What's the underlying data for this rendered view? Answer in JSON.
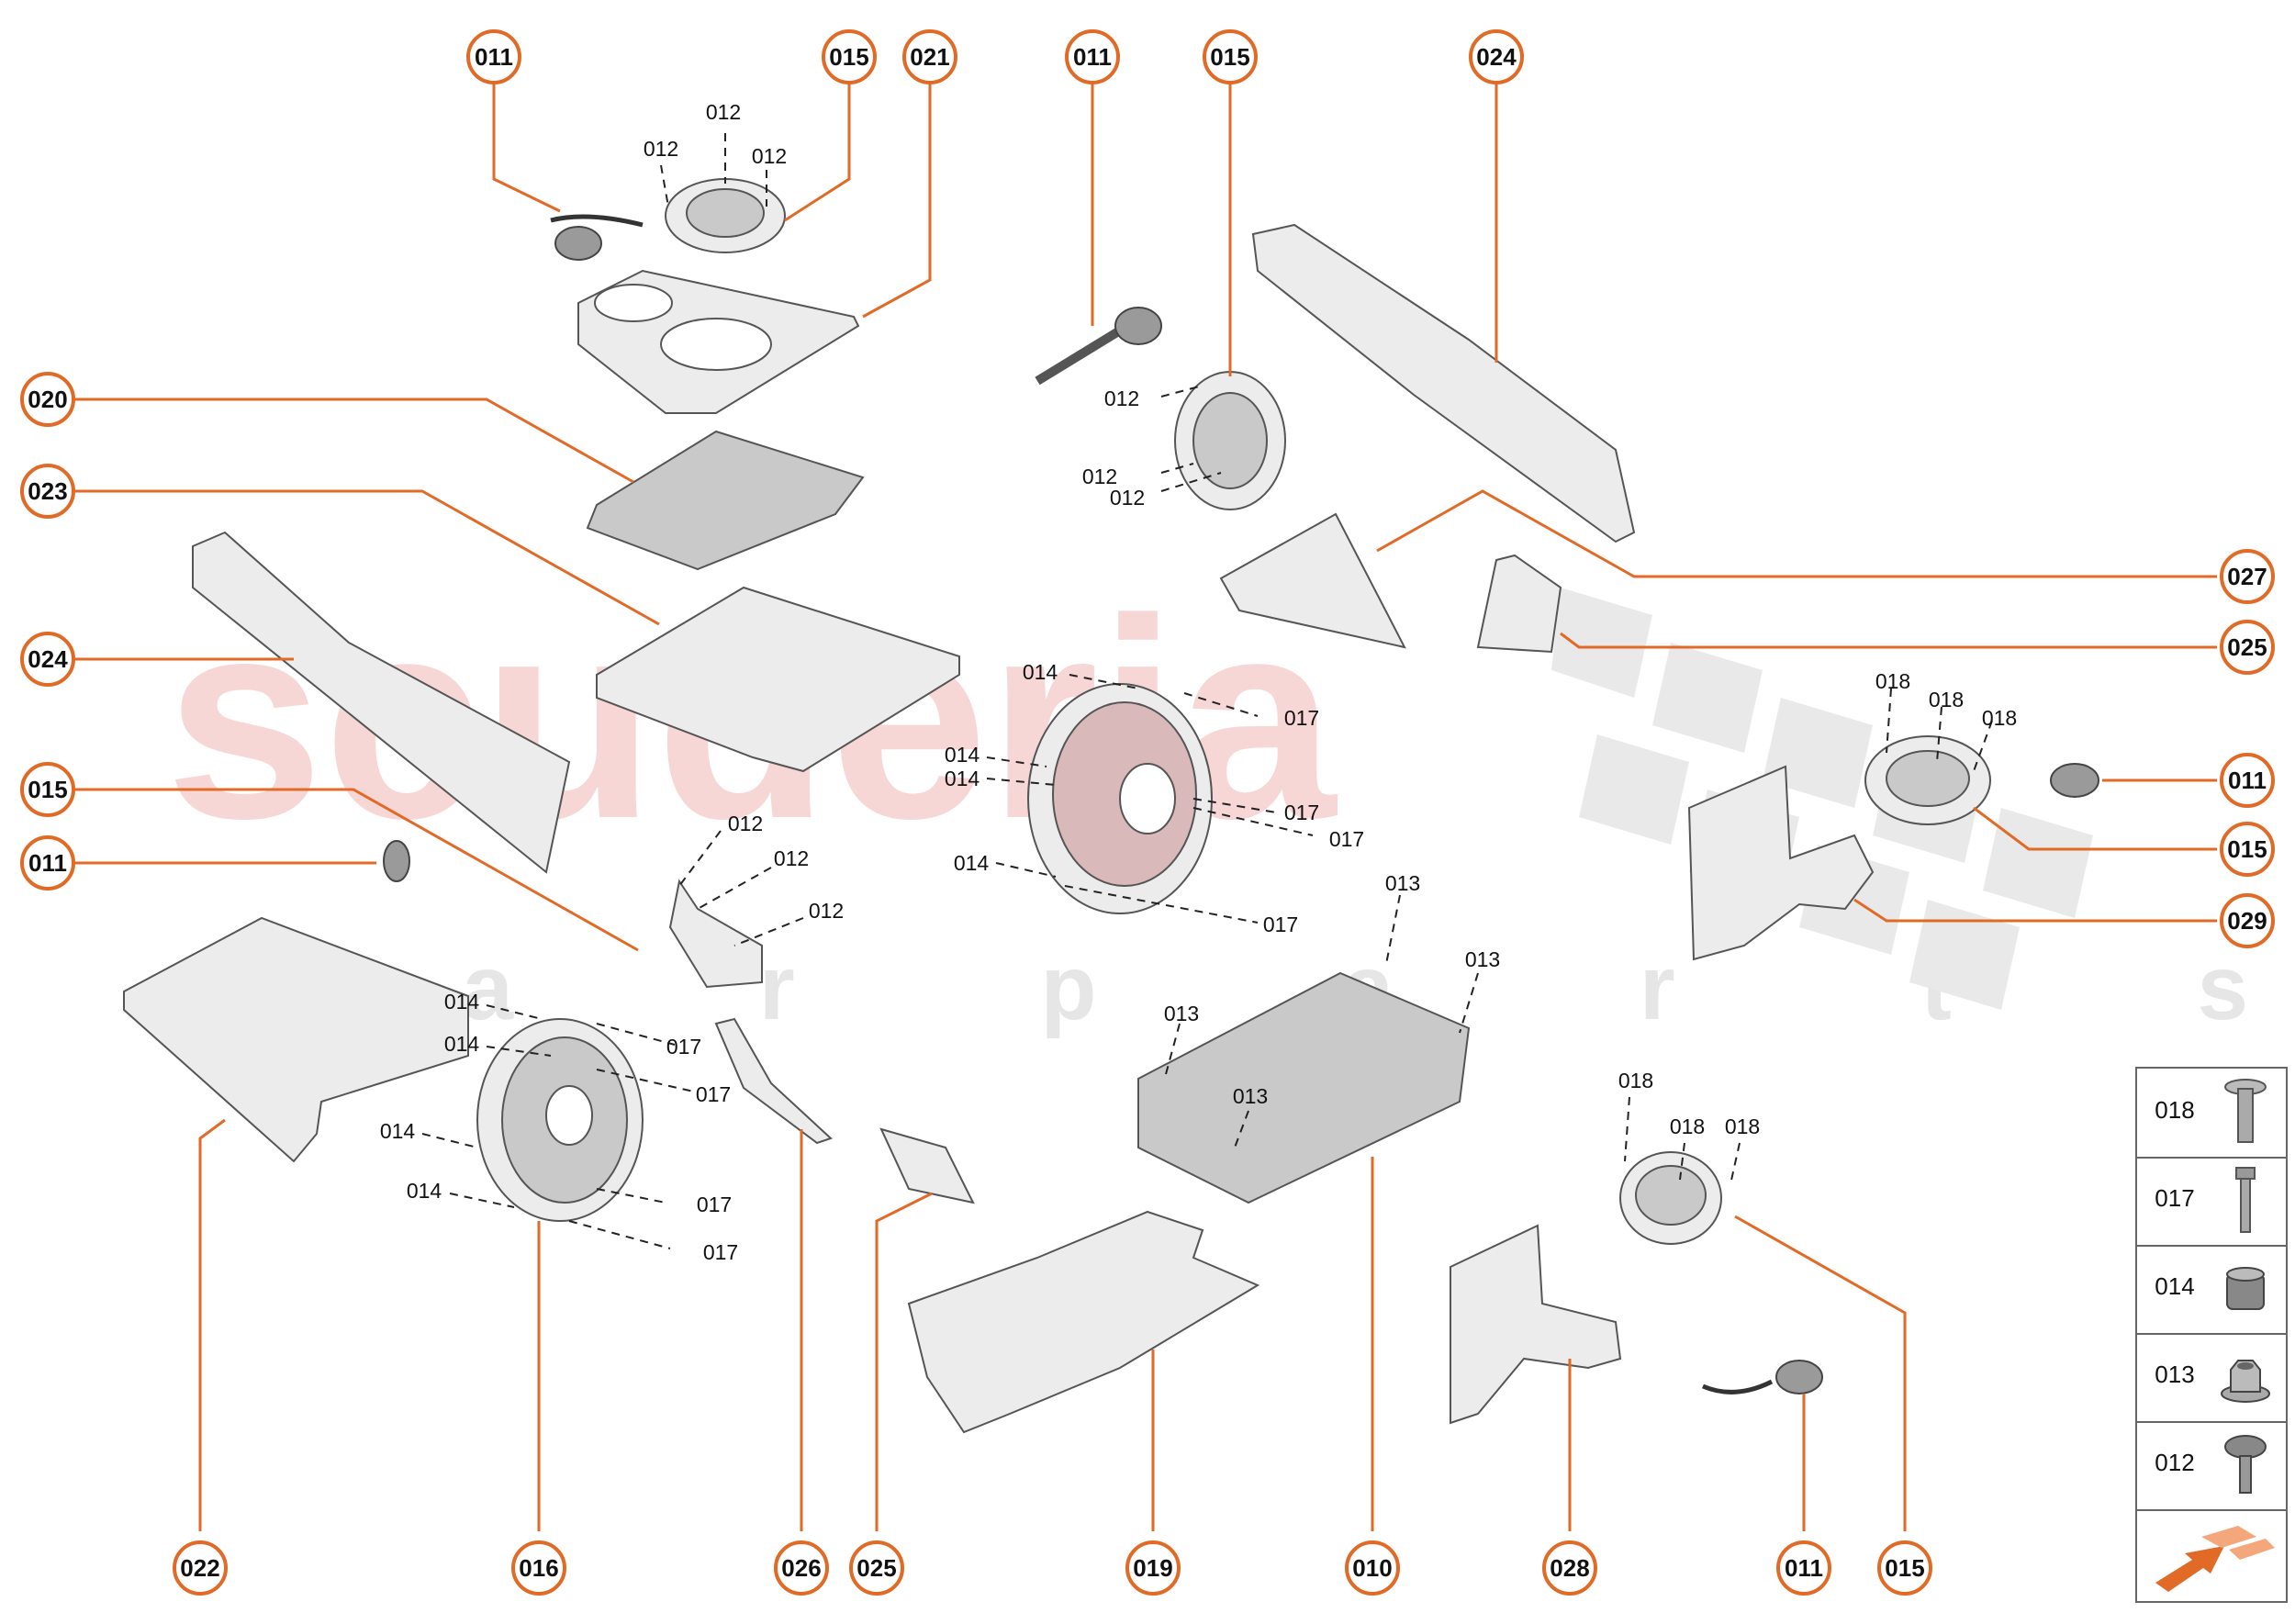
{
  "watermark": {
    "brand": "scuderia",
    "subline": "c a r p a r t s",
    "brand_color": "#f4c7c7",
    "subline_color": "#e6e6e6"
  },
  "colors": {
    "accent": "#e06a26",
    "leader": "#e06a26"
  },
  "callouts": {
    "c1": "011",
    "c2": "015",
    "c3": "021",
    "c4": "011",
    "c5": "015",
    "c6": "024",
    "c7": "020",
    "c8": "023",
    "c9": "024",
    "c10": "015",
    "c11": "011",
    "c12": "027",
    "c13": "025",
    "c14": "011",
    "c15": "015",
    "c16": "029",
    "c17": "022",
    "c18": "016",
    "c19": "026",
    "c20": "025",
    "c21": "019",
    "c22": "010",
    "c23": "028",
    "c24": "011",
    "c25": "015"
  },
  "labels": {
    "l1": "012",
    "l2": "012",
    "l3": "012",
    "l4": "012",
    "l5": "012",
    "l6": "012",
    "l7": "014",
    "l8": "017",
    "l9": "014",
    "l10": "014",
    "l11": "017",
    "l12": "017",
    "l13": "014",
    "l14": "017",
    "l15": "012",
    "l16": "012",
    "l17": "012",
    "l18": "018",
    "l19": "018",
    "l20": "018",
    "l21": "013",
    "l22": "013",
    "l23": "013",
    "l24": "013",
    "l25": "014",
    "l26": "017",
    "l27": "014",
    "l28": "017",
    "l29": "014",
    "l30": "014",
    "l31": "017",
    "l32": "017",
    "l33": "018",
    "l34": "018",
    "l35": "018"
  },
  "legend": [
    {
      "code": "018",
      "icon": "bolt-flange-icon"
    },
    {
      "code": "017",
      "icon": "long-screw-icon"
    },
    {
      "code": "014",
      "icon": "spacer-bush-icon"
    },
    {
      "code": "013",
      "icon": "flange-nut-icon"
    },
    {
      "code": "012",
      "icon": "short-screw-icon"
    }
  ],
  "legend_arrow_icon": "direction-arrow-icon"
}
